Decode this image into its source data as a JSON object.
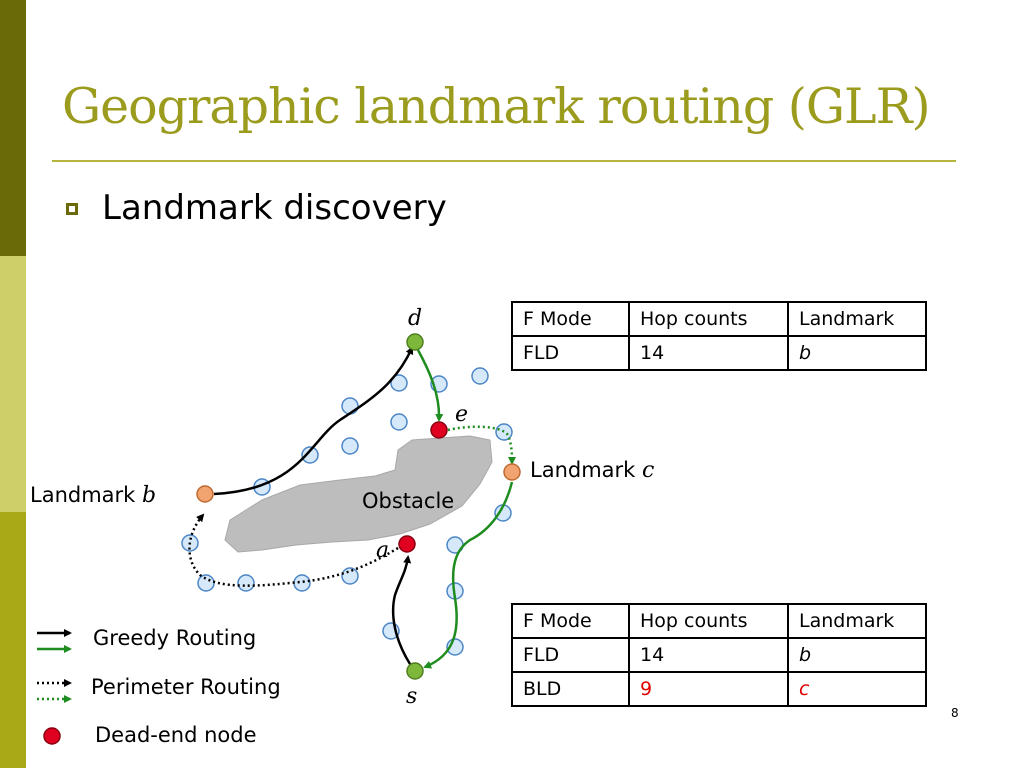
{
  "slide": {
    "title": "Geographic landmark routing (GLR)",
    "bullet": "Landmark discovery",
    "page_number": "8"
  },
  "diagram": {
    "node_labels": {
      "d": "d",
      "e": "e",
      "a": "a",
      "s": "s",
      "landmark_b_prefix": "Landmark ",
      "landmark_b_var": "b",
      "landmark_c_prefix": "Landmark ",
      "landmark_c_var": "c"
    },
    "obstacle_label": "Obstacle"
  },
  "table1": {
    "headers": [
      "F Mode",
      "Hop counts",
      "Landmark"
    ],
    "row1": [
      "FLD",
      "14",
      "b"
    ]
  },
  "table2": {
    "headers": [
      "F Mode",
      "Hop counts",
      "Landmark"
    ],
    "row1": [
      "FLD",
      "14",
      "b"
    ],
    "row2": [
      "BLD",
      "9",
      "c"
    ]
  },
  "legend": {
    "greedy": "Greedy Routing",
    "perimeter": "Perimeter Routing",
    "dead_end": "Dead-end node"
  },
  "colors": {
    "title": "#9B9B1E",
    "sidebar_dark": "#6A6A08",
    "sidebar_light": "#CFCF6A",
    "sidebar_mid": "#A9A918",
    "greedy_black": "#000000",
    "greedy_green": "#1E8C1E",
    "node_blue_fill": "#D6E9FB",
    "node_blue_stroke": "#4C86C6",
    "node_green": "#7DB83A",
    "node_orange": "#F2A470",
    "dead_end_red": "#E00020",
    "highlight_red": "#E00000",
    "obstacle": "#BDBDBD"
  }
}
